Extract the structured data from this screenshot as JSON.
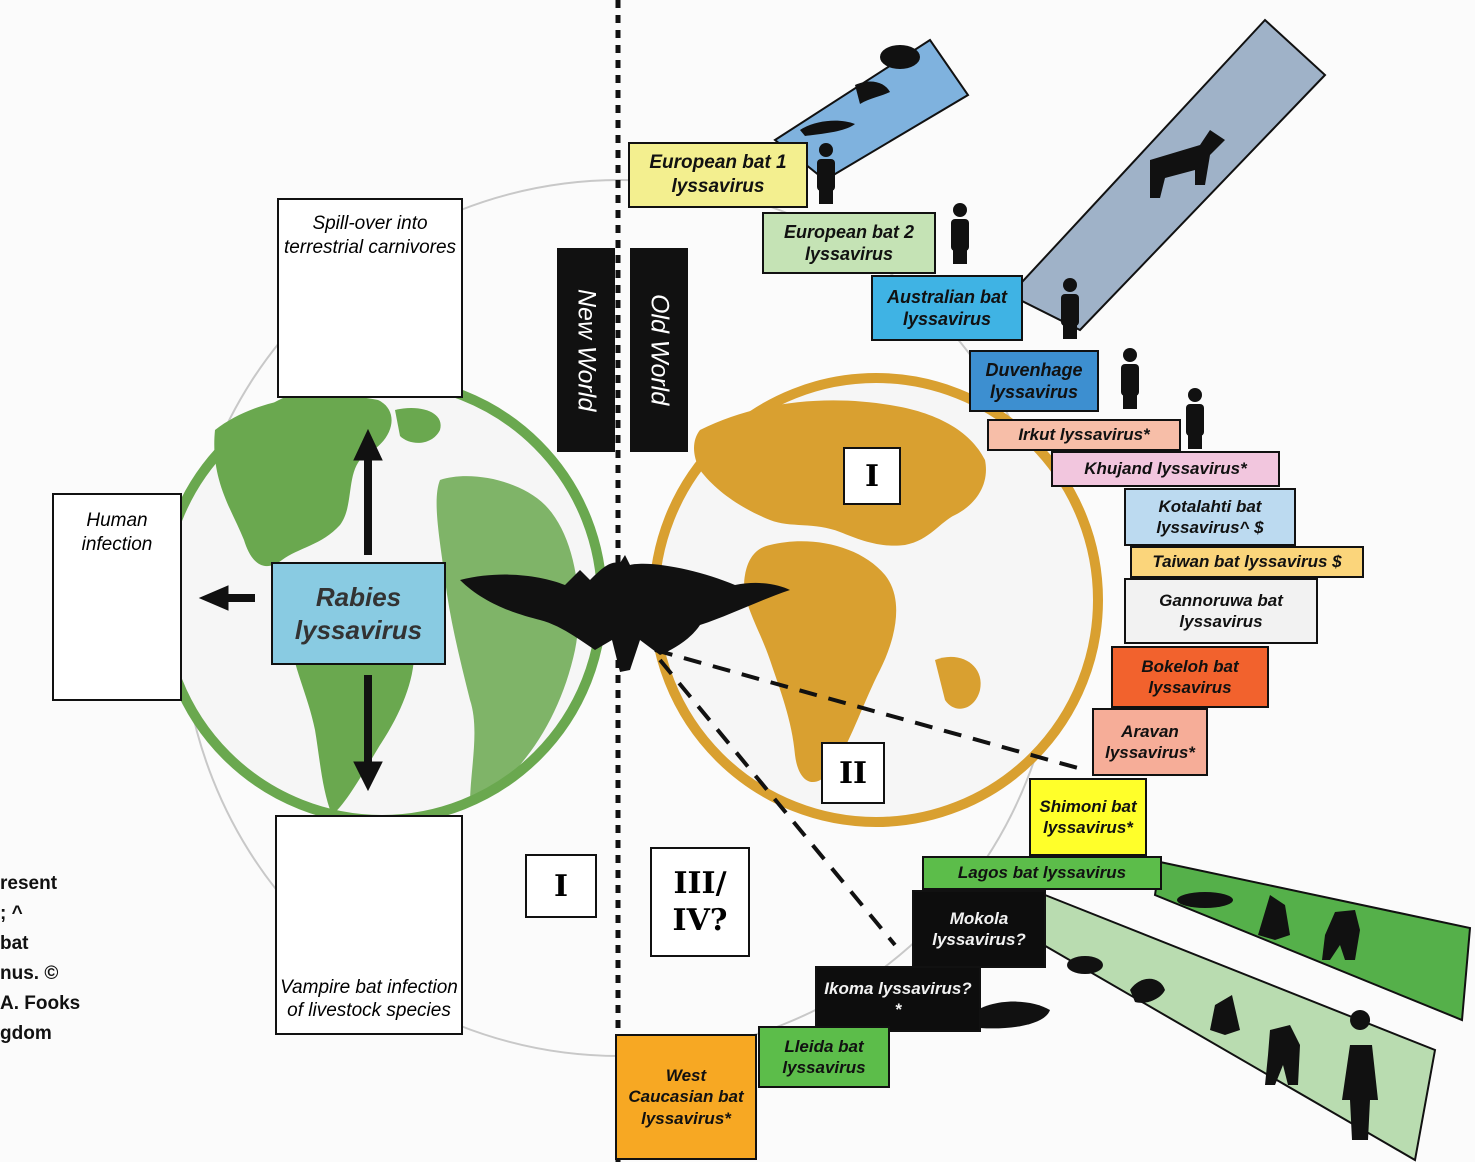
{
  "divider_labels": {
    "new_world": "New World",
    "old_world": "Old World"
  },
  "phylogroups": {
    "new_world_I": "I",
    "old_world_I": "I",
    "old_world_II": "II",
    "old_world_III_IV": "III/ IV?"
  },
  "left_panel": {
    "spill_over": "Spill-over into terrestrial carnivores",
    "human_infection": "Human infection",
    "rabies": "Rabies lyssavirus",
    "vampire": "Vampire bat infection of livestock species"
  },
  "lyssaviruses": [
    {
      "label": "European bat 1 lyssavirus",
      "color": "#f3ef8f"
    },
    {
      "label": "European bat 2 lyssavirus",
      "color": "#c5e3b5"
    },
    {
      "label": "Australian bat lyssavirus",
      "color": "#3fb3e4"
    },
    {
      "label": "Duvenhage lyssavirus",
      "color": "#3d8fd0"
    },
    {
      "label": "Irkut lyssavirus*",
      "color": "#f7bea8"
    },
    {
      "label": "Khujand lyssavirus*",
      "color": "#f2c6de"
    },
    {
      "label": "Kotalahti bat lyssavirus^ $",
      "color": "#bcdaf0"
    },
    {
      "label": "Taiwan bat lyssavirus $",
      "color": "#fbd57b"
    },
    {
      "label": "Gannoruwa bat lyssavirus",
      "color": "#f2f2f2"
    },
    {
      "label": "Bokeloh bat lyssavirus",
      "color": "#f2622d"
    },
    {
      "label": "Aravan lyssavirus*",
      "color": "#f6ad98"
    },
    {
      "label": "Shimoni bat lyssavirus*",
      "color": "#ffff2a"
    },
    {
      "label": "Lagos bat lyssavirus",
      "color": "#5cbd4a"
    },
    {
      "label": "Mokola lyssavirus?",
      "color": "#0d0d0d"
    },
    {
      "label": "Ikoma lyssavirus?*",
      "color": "#0d0d0d"
    },
    {
      "label": "Lleida bat lyssavirus",
      "color": "#5cbd4a"
    },
    {
      "label": "West Caucasian bat lyssavirus*",
      "color": "#f7a823"
    }
  ],
  "caption_fragments": [
    "resent",
    "; ^",
    "bat",
    "nus. ©",
    "A. Fooks",
    "gdom"
  ],
  "colors": {
    "new_world_globe": "#6aa84f",
    "old_world_globe": "#d9a030",
    "rabies_box": "#89cbe2",
    "bat": "#111111"
  },
  "icons": [
    "bat-silhouette",
    "human-silhouette",
    "fox-silhouette",
    "skunk-silhouette",
    "cow-silhouette",
    "horse-silhouette",
    "sheep-silhouette",
    "civet-silhouette",
    "cat-silhouette",
    "dog-silhouette",
    "shrew-silhouette",
    "bird-silhouette"
  ]
}
